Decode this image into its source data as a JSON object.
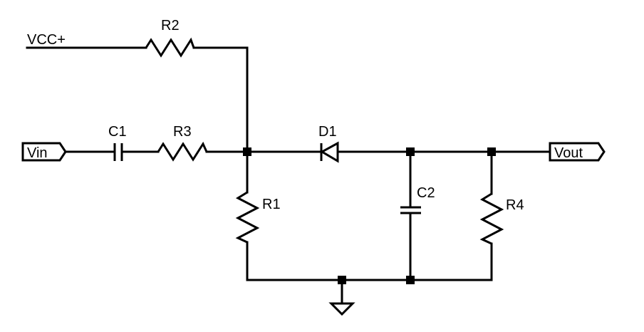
{
  "labels": {
    "vcc": "VCC+",
    "vin": "Vin",
    "vout": "Vout",
    "r1": "R1",
    "r2": "R2",
    "r3": "R3",
    "r4": "R4",
    "c1": "C1",
    "c2": "C2",
    "d1": "D1"
  },
  "colors": {
    "ink": "#000000",
    "background": "#ffffff"
  },
  "icons": {
    "ground": "ground-symbol-icon"
  }
}
